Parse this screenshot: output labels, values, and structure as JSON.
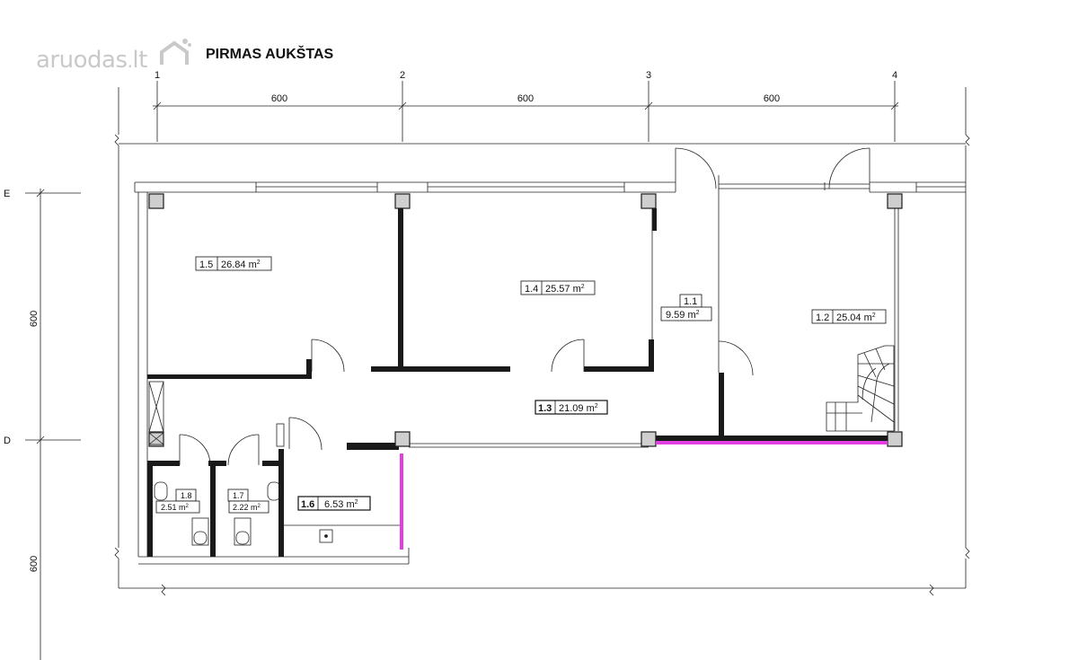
{
  "logo": {
    "text": "aruodas",
    "suffix": "lt"
  },
  "title": "PIRMAS AUKŠTAS",
  "axes": {
    "columns": [
      "1",
      "2",
      "3",
      "4"
    ],
    "rows": [
      "E",
      "D"
    ],
    "top_dims": [
      "600",
      "600",
      "600"
    ],
    "left_dims": [
      "600",
      "600"
    ]
  },
  "rooms": [
    {
      "id": "1.5",
      "area": "26.84 m",
      "unit_sup": "2"
    },
    {
      "id": "1.4",
      "area": "25.57 m",
      "unit_sup": "2"
    },
    {
      "id": "1.1",
      "area": "9.59 m",
      "unit_sup": "2"
    },
    {
      "id": "1.2",
      "area": "25.04 m",
      "unit_sup": "2"
    },
    {
      "id": "1.3",
      "area": "21.09 m",
      "unit_sup": "2"
    },
    {
      "id": "1.8",
      "area": "2.51 m",
      "unit_sup": "2"
    },
    {
      "id": "1.7",
      "area": "2.22 m",
      "unit_sup": "2"
    },
    {
      "id": "1.6",
      "area": "6.53 m",
      "unit_sup": "2"
    }
  ],
  "colors": {
    "wall": "#1a1a1a",
    "glazing": "#e040e0",
    "line": "#222222",
    "logo": "#c9c9c9"
  }
}
